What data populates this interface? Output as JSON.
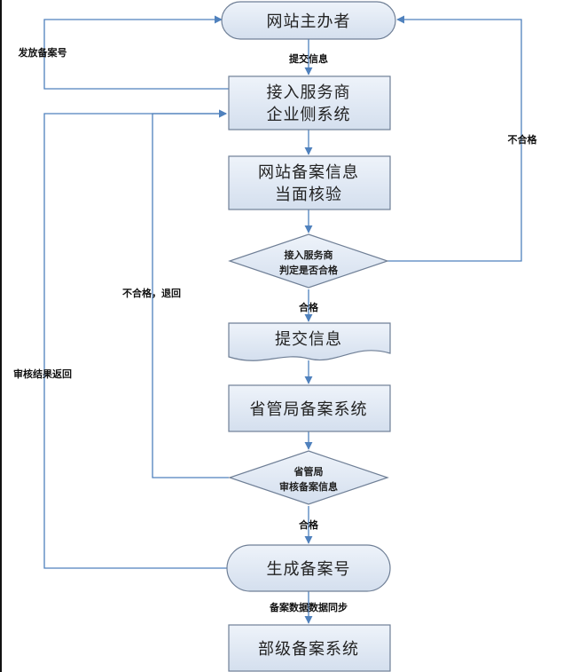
{
  "nodes": {
    "owner": "网站主办者",
    "isp_line1": "接入服务商",
    "isp_line2": "企业侧系统",
    "verify_line1": "网站备案信息",
    "verify_line2": "当面核验",
    "isp_judge_line1": "接入服务商",
    "isp_judge_line2": "判定是否合格",
    "submit": "提交信息",
    "province": "省管局备案系统",
    "prov_review_line1": "省管局",
    "prov_review_line2": "审核备案信息",
    "generate": "生成备案号",
    "ministry": "部级备案系统"
  },
  "edges": {
    "submit_info": "提交信息",
    "issue_number": "发放备案号",
    "unqualified_right": "不合格",
    "qualified_1": "合格",
    "unqualified_return": "不合格，退回",
    "review_result_return": "审核结果返回",
    "qualified_2": "合格",
    "sync": "备案数据数据同步"
  }
}
